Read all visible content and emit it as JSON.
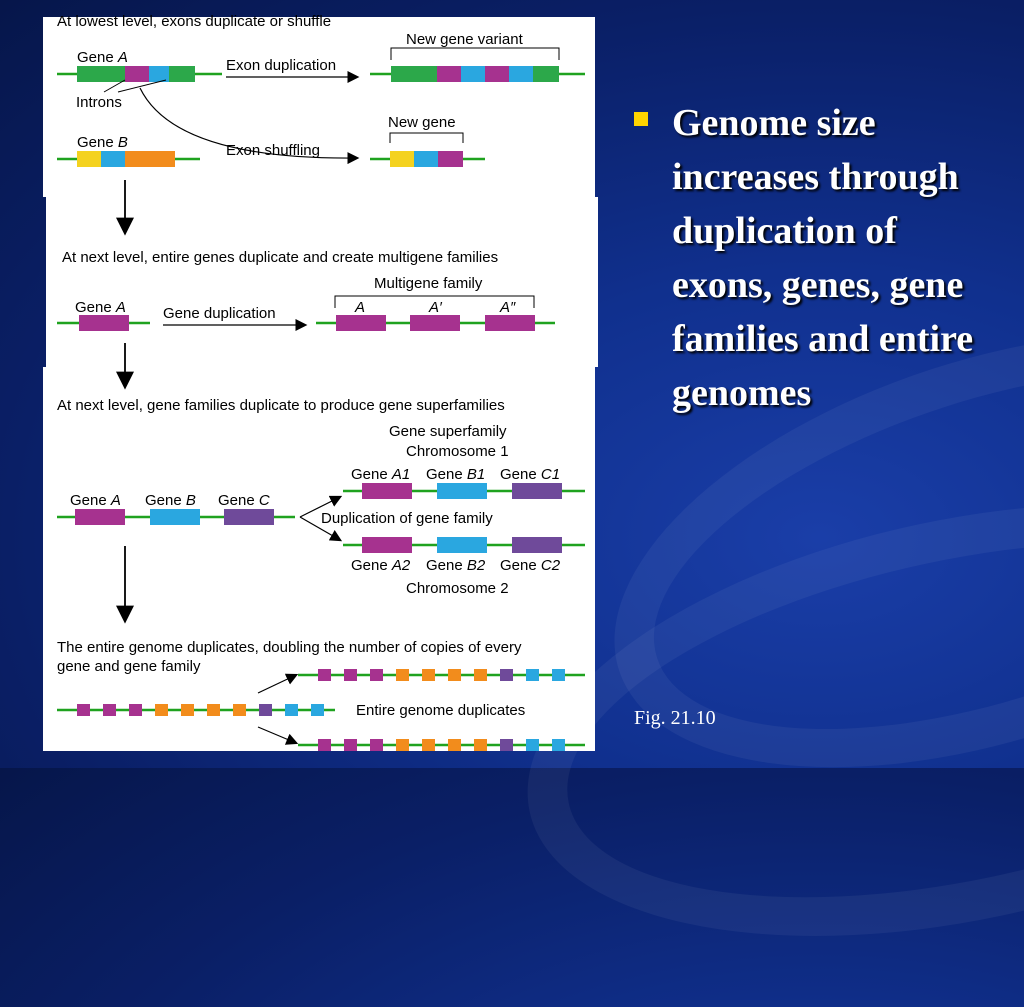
{
  "slide": {
    "bullet": "Genome size increases through duplication of exons, genes, gene families and entire genomes",
    "caption": "Fig. 21.10",
    "bullet_color": "#ffd400"
  },
  "figure": {
    "section1": {
      "heading": "At lowest level, exons duplicate or shuffle",
      "gene_a_word": "Gene",
      "gene_a_letter": "A",
      "introns": "Introns",
      "exon_duplication": "Exon duplication",
      "new_gene_variant": "New gene variant",
      "gene_b_word": "Gene",
      "gene_b_letter": "B",
      "exon_shuffling": "Exon shuffling",
      "new_gene": "New gene"
    },
    "section2": {
      "heading": "At next level, entire genes duplicate and create multigene families",
      "gene_word": "Gene",
      "gene_letter": "A",
      "gene_duplication": "Gene duplication",
      "multigene_family": "Multigene family",
      "labels": [
        "A",
        "A′",
        "A″"
      ]
    },
    "section3": {
      "heading": "At next level, gene families duplicate to produce gene superfamilies",
      "superfamily": "Gene superfamily",
      "chromosome1": "Chromosome 1",
      "chromosome2": "Chromosome 2",
      "duplication_label": "Duplication of gene family",
      "gene_word": "Gene",
      "source_letters": [
        "A",
        "B",
        "C"
      ],
      "chr1_letters": [
        "A1",
        "B1",
        "C1"
      ],
      "chr2_letters": [
        "A2",
        "B2",
        "C2"
      ]
    },
    "section4": {
      "heading_line1": "The entire genome duplicates, doubling the number of copies of every",
      "heading_line2": "gene and gene family",
      "entire_genome": "Entire genome duplicates"
    },
    "colors": {
      "dna": "#1fa21f",
      "green_exon": "#2ca84a",
      "magenta_exon": "#a6328f",
      "cyan_exon": "#2aa7e0",
      "yellow_exon": "#f4d21f",
      "orange_exon": "#f28c1c",
      "purple_exon": "#6f4a9a"
    }
  }
}
